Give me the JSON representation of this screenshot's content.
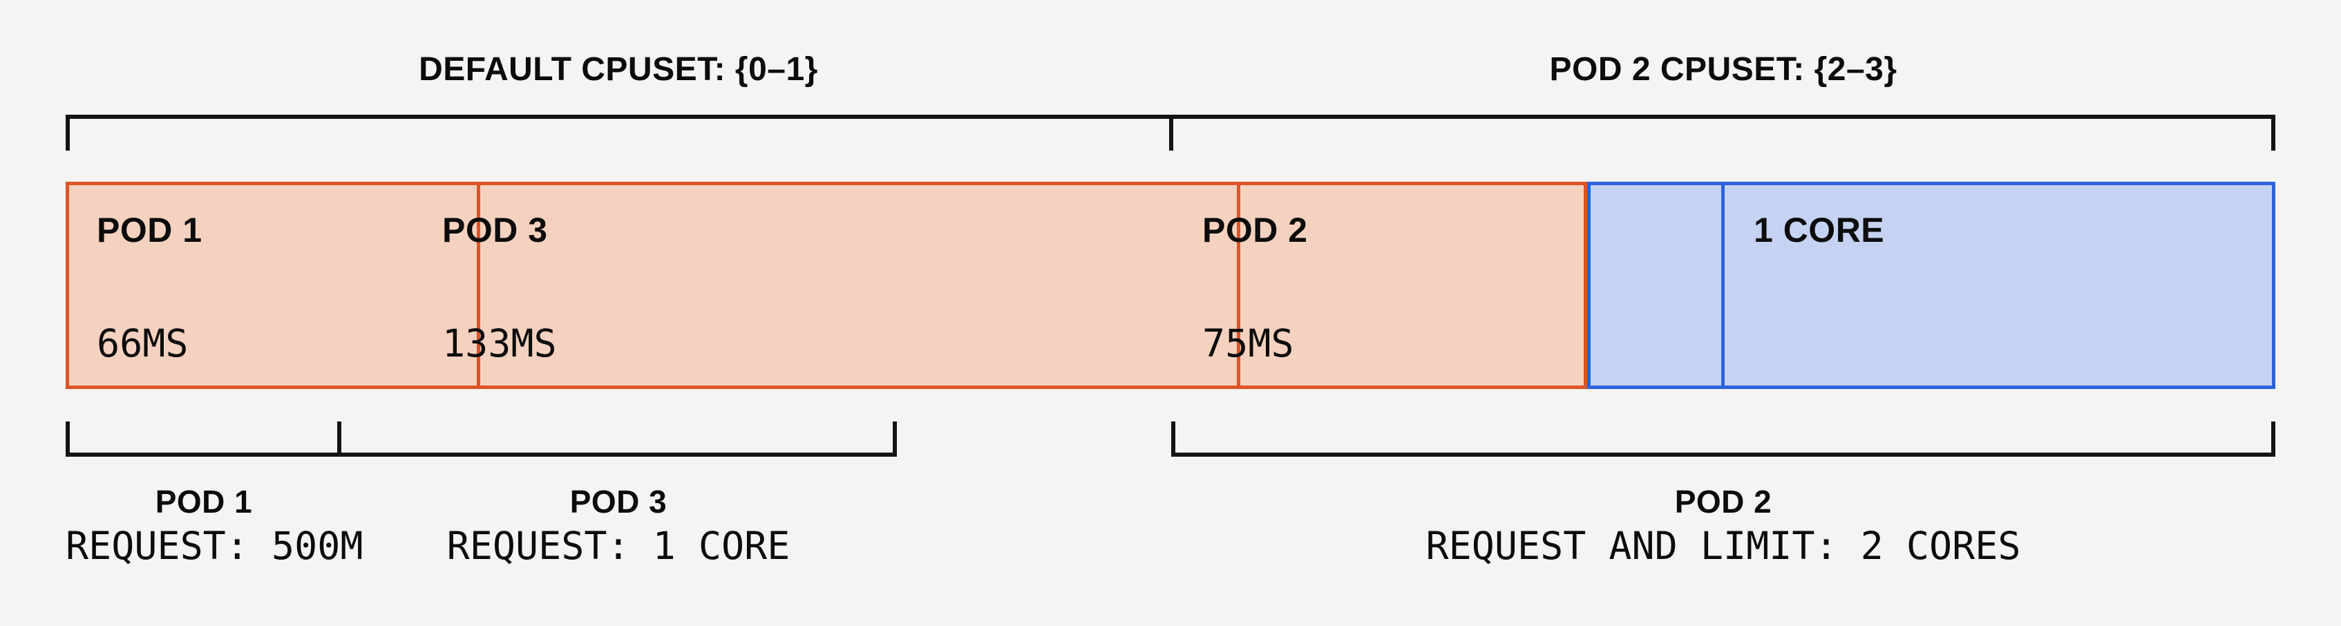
{
  "colors": {
    "background": "#f5f4f2",
    "orange_fill": "#f5d2bf",
    "orange_border": "#dd5426",
    "blue_fill": "#c5d2f2",
    "blue_border": "#2d63da",
    "bracket_line": "#141414",
    "text": "#0c0c0c"
  },
  "cpuset_titles": {
    "default": "DEFAULT CPUSET: {0–1}",
    "pod2": "POD 2 CPUSET: {2–3}"
  },
  "bar": {
    "segments": [
      {
        "key": "pod1",
        "label": "POD 1",
        "value": "66MS",
        "group": "orange"
      },
      {
        "key": "pod3",
        "label": "POD 3",
        "value": "133MS",
        "group": "orange"
      },
      {
        "key": "pod2",
        "label": "POD 2",
        "value": "75MS",
        "group": "orange"
      },
      {
        "key": "idle",
        "label": "",
        "value": "",
        "group": "blue"
      },
      {
        "key": "core1",
        "label": "1 CORE",
        "value": "",
        "group": "blue"
      }
    ]
  },
  "request_labels": [
    {
      "name": "POD 1",
      "detail": "REQUEST: 500M"
    },
    {
      "name": "POD 3",
      "detail": "REQUEST: 1 CORE"
    },
    {
      "name": "POD 2",
      "detail": "REQUEST AND LIMIT: 2 CORES"
    }
  ]
}
